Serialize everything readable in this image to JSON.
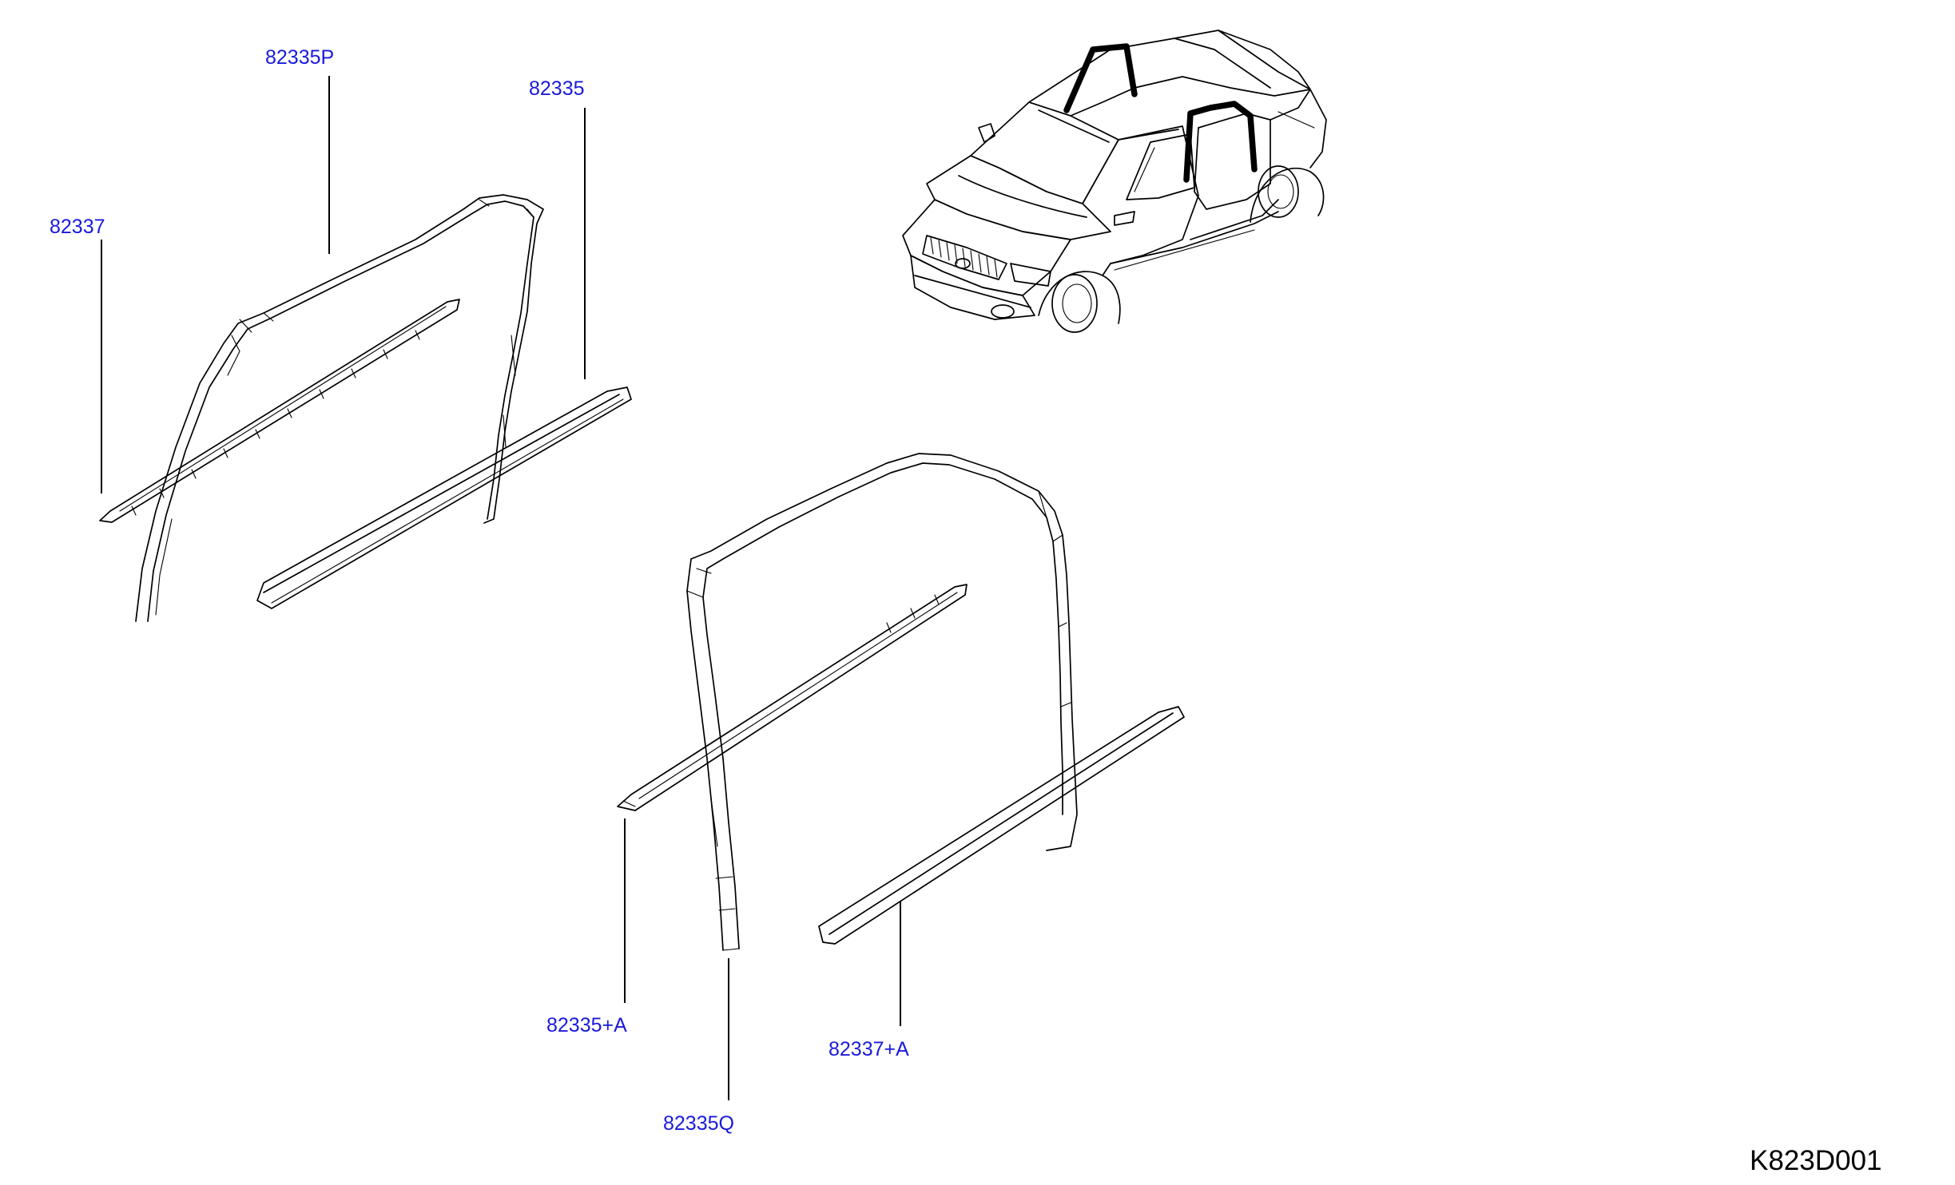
{
  "labels": {
    "p82335p": "82335P",
    "p82335": "82335",
    "p82337": "82337",
    "p82335a": "82335+A",
    "p82337a": "82337+A",
    "p82335q": "82335Q"
  },
  "reference_code": "K823D001",
  "colors": {
    "label": "#1a1adc",
    "line": "#000000",
    "background": "#ffffff"
  }
}
